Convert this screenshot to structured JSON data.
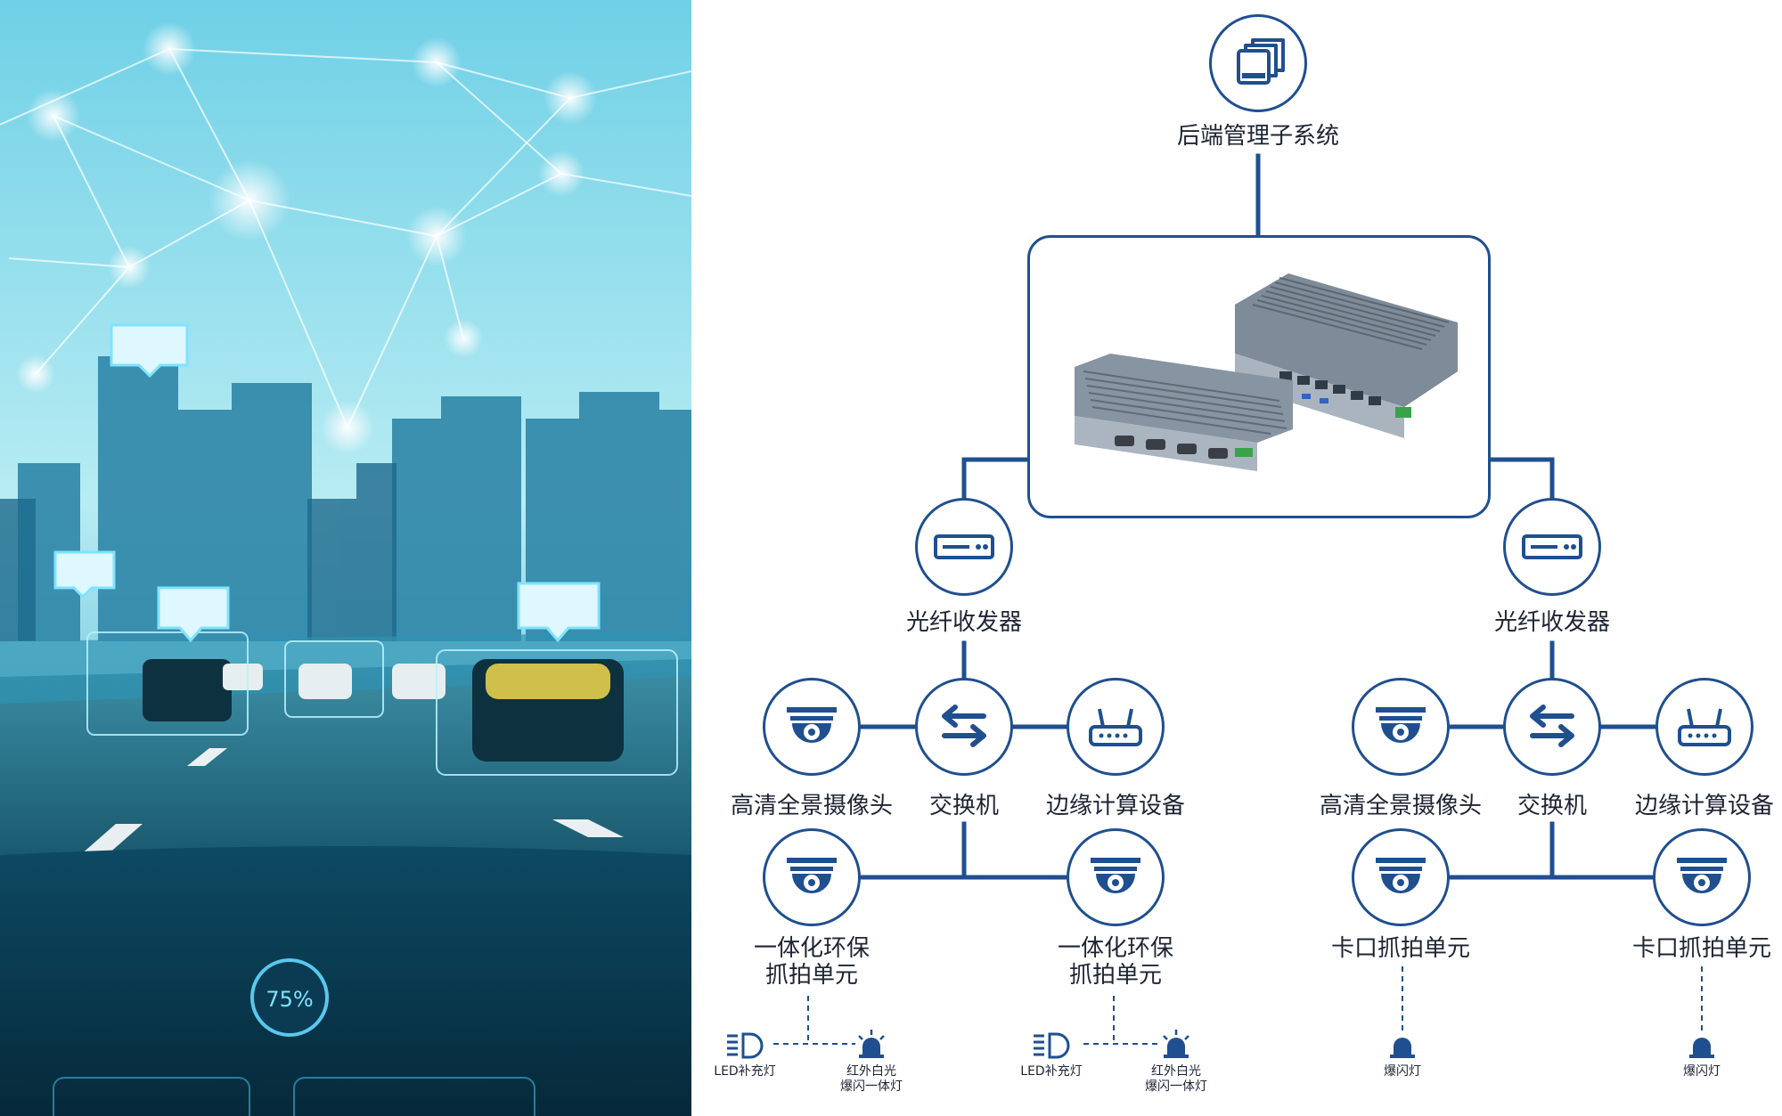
{
  "colors": {
    "line": "#1f4f8f",
    "icon": "#1f4f8f",
    "text": "#1d2433",
    "photo_sky": "#9fdcea",
    "photo_city": "#2d7fa2"
  },
  "photo": {
    "gauge_text": "75%"
  },
  "top": {
    "label": "后端管理子系统",
    "icon": "stacked-windows-icon"
  },
  "groups": [
    {
      "transceiver": "光纤收发器",
      "camera": "高清全景摄像头",
      "switch": "交换机",
      "edge": "边缘计算设备",
      "unit_a": {
        "line1": "一体化环保",
        "line2": "抓拍单元"
      },
      "unit_b": {
        "line1": "一体化环保",
        "line2": "抓拍单元"
      },
      "lights_a": [
        "LED补充灯",
        "红外白光",
        "爆闪一体灯"
      ],
      "lights_b": [
        "LED补充灯",
        "红外白光",
        "爆闪一体灯"
      ]
    },
    {
      "transceiver": "光纤收发器",
      "camera": "高清全景摄像头",
      "switch": "交换机",
      "edge": "边缘计算设备",
      "unit_a": {
        "line1": "卡口抓拍单元"
      },
      "unit_b": {
        "line1": "卡口抓拍单元"
      },
      "lights_a": [
        "爆闪灯"
      ],
      "lights_b": [
        "爆闪灯"
      ]
    }
  ]
}
